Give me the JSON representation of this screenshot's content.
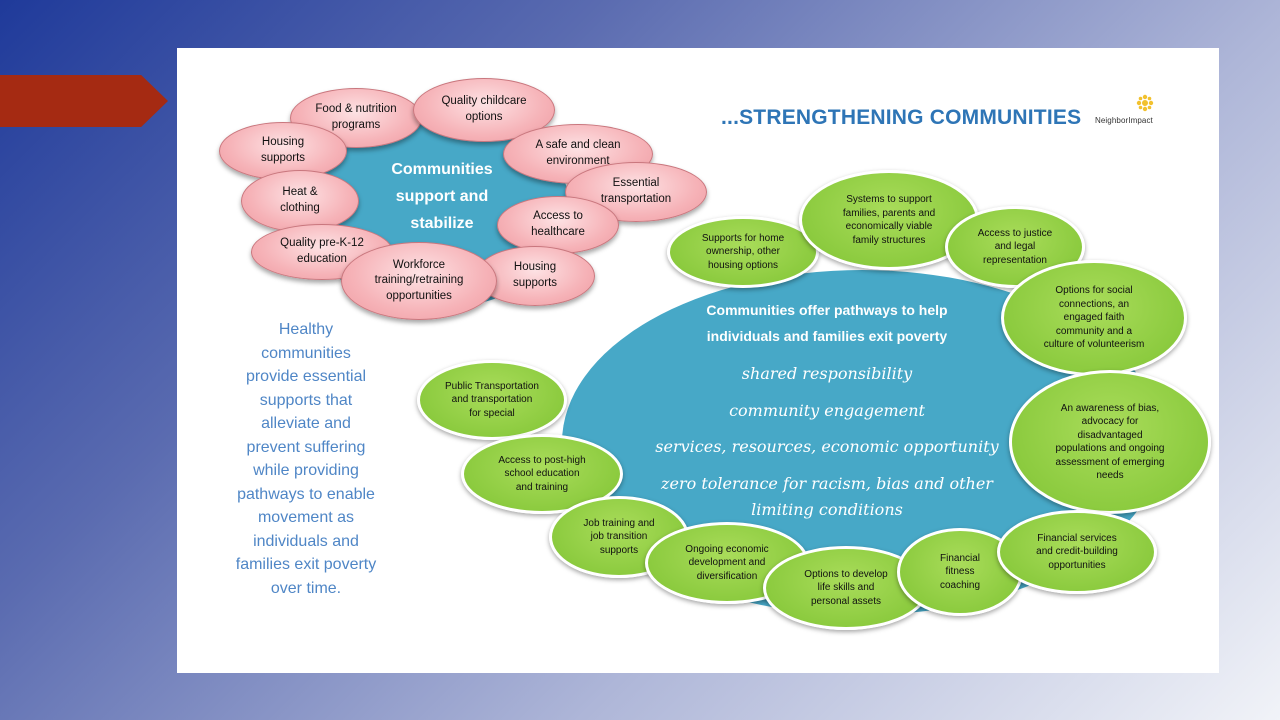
{
  "header": {
    "title": "...STRENGTHENING COMMUNITIES",
    "logo_text": "NeighborImpact"
  },
  "left_cluster": {
    "center": "Communities\nsupport and\nstabilize",
    "bubbles": [
      "Food & nutrition\nprograms",
      "Quality childcare\noptions",
      "Housing\nsupports",
      "A safe and clean\nenvironment",
      "Heat &\nclothing",
      "Essential\ntransportation",
      "Access to\nhealthcare",
      "Quality pre-K-12\neducation",
      "Workforce\ntraining/retraining\nopportunities",
      "Housing\nsupports"
    ]
  },
  "right_cluster": {
    "center": "Communities offer pathways to help\nindividuals and families exit poverty",
    "values": [
      "shared responsibility",
      "community engagement",
      "services, resources, economic opportunity",
      "zero tolerance for racism, bias and other\nlimiting conditions"
    ],
    "bubbles": [
      "Supports for home\nownership, other\nhousing options",
      "Systems to support\nfamilies, parents and\neconomically viable\nfamily structures",
      "Access to justice\nand legal\nrepresentation",
      "Options for social\nconnections, an\nengaged faith\ncommunity and a\nculture of volunteerism",
      "Public Transportation\nand transportation\nfor special",
      "An awareness of bias,\nadvocacy for\ndisadvantaged\npopulations and ongoing\nassessment of emerging\nneeds",
      "Access to post-high\nschool education\nand training",
      "Job training and\njob transition\nsupports",
      "Ongoing economic\ndevelopment and\ndiversification",
      "Options to develop\nlife skills and\npersonal assets",
      "Financial\nfitness\ncoaching",
      "Financial services\nand credit-building\nopportunities"
    ]
  },
  "side_text": "Healthy\ncommunities\nprovide essential\nsupports that\nalleviate and\nprevent suffering\nwhile providing\npathways to enable\nmovement as\nindividuals and\nfamilies exit poverty\nover time.",
  "colors": {
    "tab": "#a52a12",
    "blue_blob": "#47a8c7",
    "pink_bubble": "#f6b3b8",
    "green_bubble": "#8ccb3f",
    "title": "#2e75b6",
    "side_text": "#4f86c6"
  }
}
